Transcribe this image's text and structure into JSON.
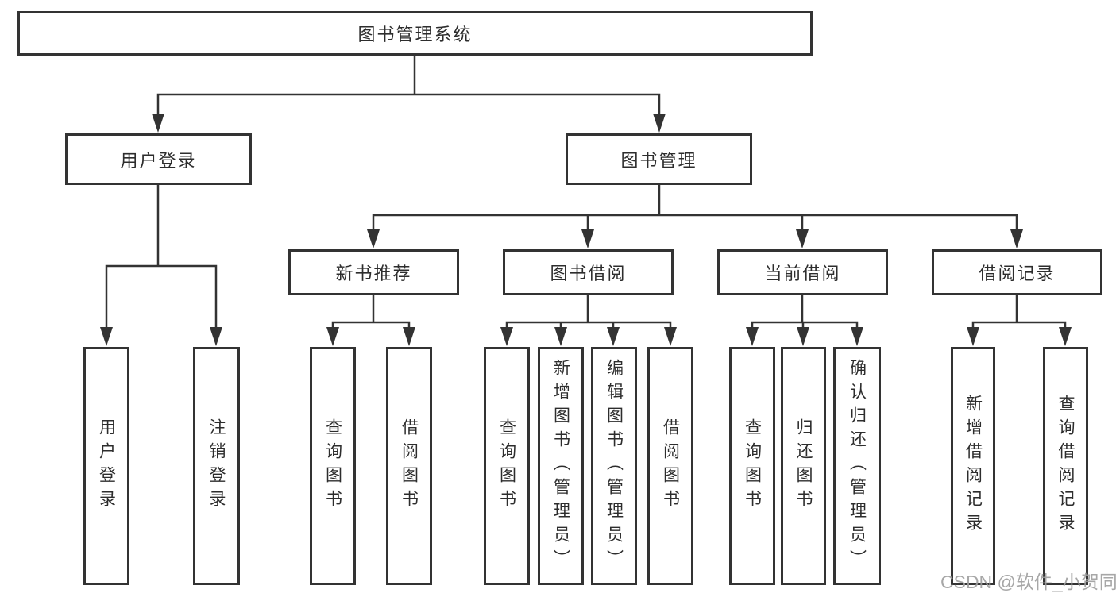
{
  "diagram": {
    "root": {
      "label": "图书管理系统"
    },
    "branches": [
      {
        "label": "用户登录",
        "children": [
          {
            "label": "用户登录"
          },
          {
            "label": "注销登录"
          }
        ]
      },
      {
        "label": "图书管理",
        "children": [
          {
            "label": "新书推荐",
            "children": [
              {
                "label": "查询图书"
              },
              {
                "label": "借阅图书"
              }
            ]
          },
          {
            "label": "图书借阅",
            "children": [
              {
                "label": "查询图书"
              },
              {
                "label": "新增图书（管理员）"
              },
              {
                "label": "编辑图书（管理员）"
              },
              {
                "label": "借阅图书"
              }
            ]
          },
          {
            "label": "当前借阅",
            "children": [
              {
                "label": "查询图书"
              },
              {
                "label": "归还图书"
              },
              {
                "label": "确认归还（管理员）"
              }
            ]
          },
          {
            "label": "借阅记录",
            "children": [
              {
                "label": "新增借阅记录"
              },
              {
                "label": "查询借阅记录"
              }
            ]
          }
        ]
      }
    ]
  },
  "watermark": {
    "text": "CSDN @软件_小贺同学"
  },
  "colors": {
    "line": "#333333",
    "text": "#2d2d2d",
    "watermark": "#9e9e9e"
  }
}
